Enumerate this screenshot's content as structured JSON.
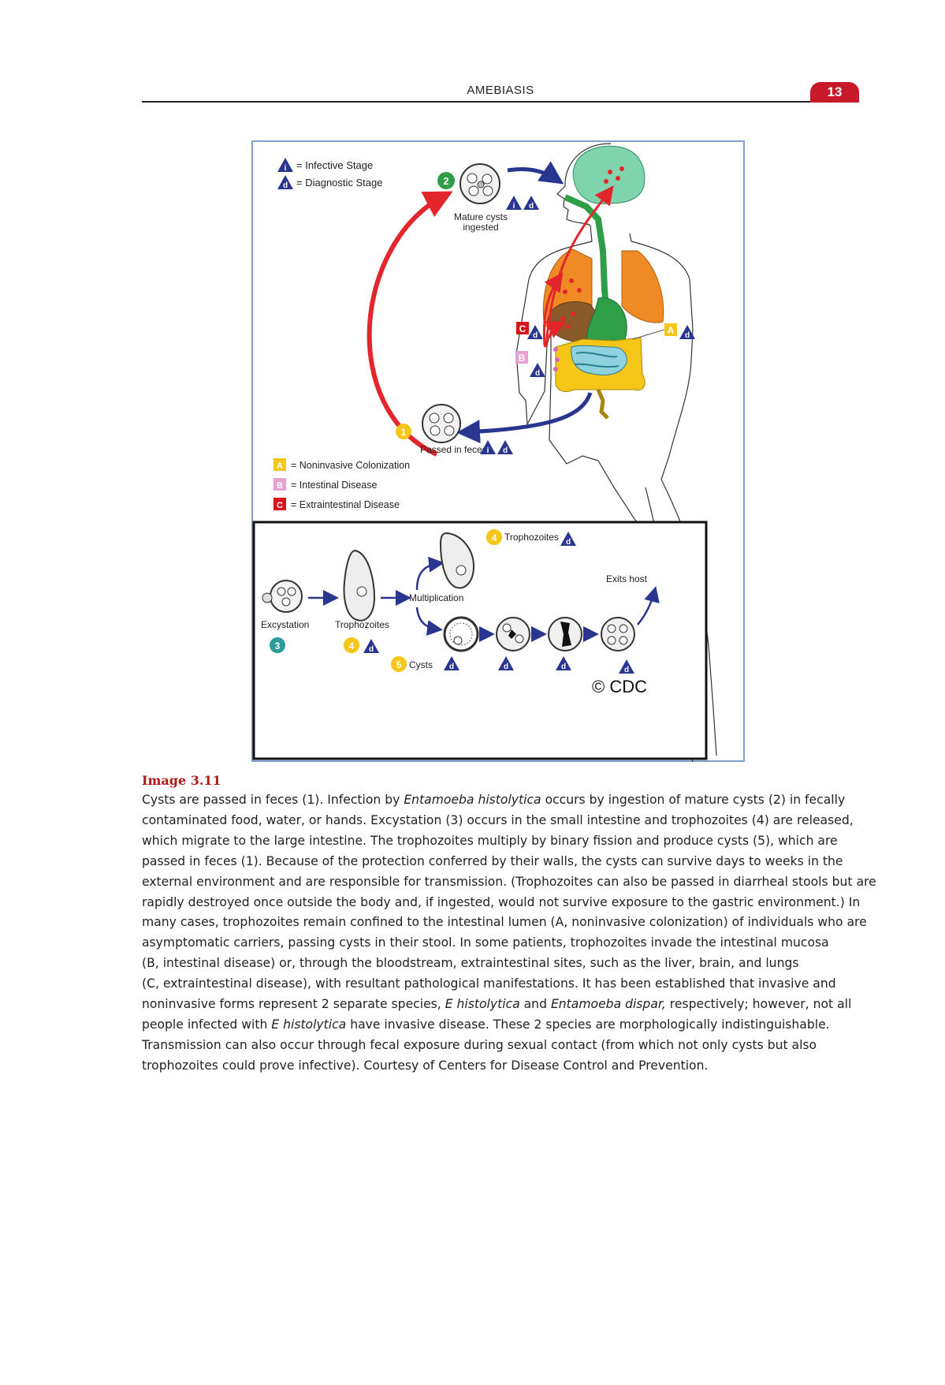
{
  "header": {
    "running_title": "AMEBIASIS",
    "page_number": "13",
    "accent_color": "#c8192a"
  },
  "figure": {
    "legend_stage": [
      {
        "symbol": "i",
        "label": "= Infective Stage"
      },
      {
        "symbol": "d",
        "label": "= Diagnostic Stage"
      }
    ],
    "legend_disease": [
      {
        "letter": "A",
        "color": "#f5c518",
        "label": "= Noninvasive Colonization"
      },
      {
        "letter": "B",
        "color": "#e9a1cf",
        "label": "= Intestinal Disease"
      },
      {
        "letter": "C",
        "color": "#d7141a",
        "label": "= Extraintestinal Disease"
      }
    ],
    "step1": {
      "num": "1",
      "label": "Passed in feces"
    },
    "step2": {
      "num": "2",
      "label_line1": "Mature cysts",
      "label_line2": "ingested"
    },
    "step3": {
      "num": "3",
      "label": "Excystation"
    },
    "step4_top": {
      "num": "4",
      "label": "Trophozoites"
    },
    "step4_bottom": {
      "num": "4",
      "label": "Trophozoites"
    },
    "step5": {
      "num": "5",
      "label": "Cysts"
    },
    "multiplication": "Multiplication",
    "exits_host": "Exits host",
    "copyright": "© CDC",
    "tri_i": "i",
    "tri_d": "d",
    "box_A": "A",
    "box_B": "B",
    "box_C": "C",
    "colors": {
      "red_arrow": "#e3262b",
      "blue_arrow": "#2a3590",
      "teal": "#2a9d9b",
      "green": "#2e9e47",
      "yellow": "#f5c518"
    }
  },
  "caption": {
    "label": "Image 3.11",
    "lines": [
      {
        "pre": "Cysts are passed in feces (1). Infection by ",
        "em": "Entamoeba histolytica",
        "post": " occurs by ingestion of mature cysts (2) in fecally"
      },
      {
        "pre": "contaminated food, water, or hands. Excystation (3) occurs in the small intestine and trophozoites (4) are released,",
        "em": "",
        "post": ""
      },
      {
        "pre": "which migrate to the large intestine. The trophozoites multiply by binary fission and produce cysts (5), which are",
        "em": "",
        "post": ""
      },
      {
        "pre": "passed in feces (1). Because of the protection conferred by their walls, the cysts can survive days to weeks in the",
        "em": "",
        "post": ""
      },
      {
        "pre": "external environment and are responsible for transmission. (Trophozoites can also be passed in diarrheal stools but are",
        "em": "",
        "post": ""
      },
      {
        "pre": "rapidly destroyed once outside the body and, if ingested, would not survive exposure to the gastric environment.) In",
        "em": "",
        "post": ""
      },
      {
        "pre": "many cases, trophozoites remain confined to the intestinal lumen (A, noninvasive colonization) of individuals who are",
        "em": "",
        "post": ""
      },
      {
        "pre": "asymptomatic carriers, passing cysts in their stool. In some patients, trophozoites invade the intestinal mucosa",
        "em": "",
        "post": ""
      },
      {
        "pre": "(B, intestinal disease) or, through the bloodstream, extraintestinal sites, such as the liver, brain, and lungs",
        "em": "",
        "post": ""
      },
      {
        "pre": "(C, extraintestinal disease), with resultant pathological manifestations. It has been established that invasive and",
        "em": "",
        "post": ""
      },
      {
        "pre": "noninvasive forms represent 2 separate species, ",
        "em": "E histolytica",
        "post": " and ",
        "em2": "Entamoeba dispar,",
        "post2": " respectively; however, not all"
      },
      {
        "pre": "people infected with ",
        "em": "E histolytica",
        "post": " have invasive disease. These 2 species are morphologically indistinguishable."
      },
      {
        "pre": "Transmission can also occur through fecal exposure during sexual contact (from which not only cysts but also",
        "em": "",
        "post": ""
      },
      {
        "pre": "trophozoites could prove infective). Courtesy of Centers for Disease Control and Prevention.",
        "em": "",
        "post": ""
      }
    ]
  }
}
